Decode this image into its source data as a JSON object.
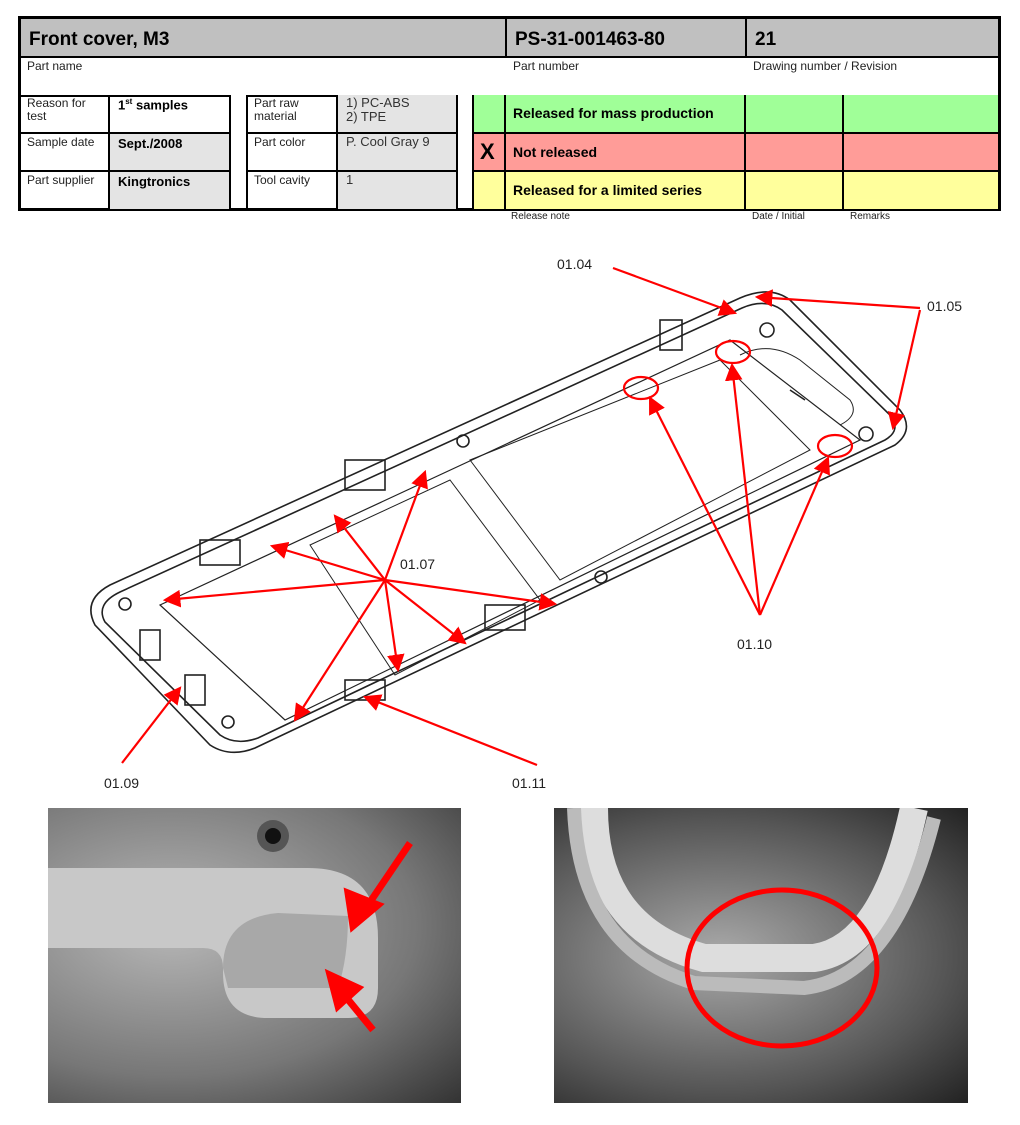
{
  "header": {
    "part_name_value": "Front cover, M3",
    "part_name_label": "Part name",
    "part_number_value": "PS-31-001463-80",
    "part_number_label": "Part number",
    "drawing_value": "21",
    "drawing_label": "Drawing number / Revision"
  },
  "info_left": [
    {
      "label": "Reason for test",
      "value": "1",
      "value_sup": "st",
      "value_tail": " samples"
    },
    {
      "label": "Sample date",
      "value": "Sept./2008"
    },
    {
      "label": "Part supplier",
      "value": "Kingtronics"
    }
  ],
  "info_mid": [
    {
      "label": "Part raw material",
      "value_line1": "1) PC-ABS",
      "value_line2": "2) TPE"
    },
    {
      "label": "Part color",
      "value": "P. Cool Gray 9"
    },
    {
      "label": "Tool cavity",
      "value": "1"
    }
  ],
  "release": {
    "rows": [
      {
        "label": "Released for mass production",
        "mark": "",
        "color": "#a0ff98"
      },
      {
        "label": "Not released",
        "mark": "X",
        "color": "#ff9c98"
      },
      {
        "label": "Released for a limited series",
        "mark": "",
        "color": "#ffff9c"
      }
    ],
    "footer_release_note": "Release note",
    "footer_date": "Date / Initial",
    "footer_remarks": "Remarks"
  },
  "callouts": {
    "c0104": "01.04",
    "c0105": "01.05",
    "c0107": "01.07",
    "c0109": "01.09",
    "c0110": "01.10",
    "c0111": "01.11"
  },
  "colors": {
    "annotation": "#ff0000"
  }
}
